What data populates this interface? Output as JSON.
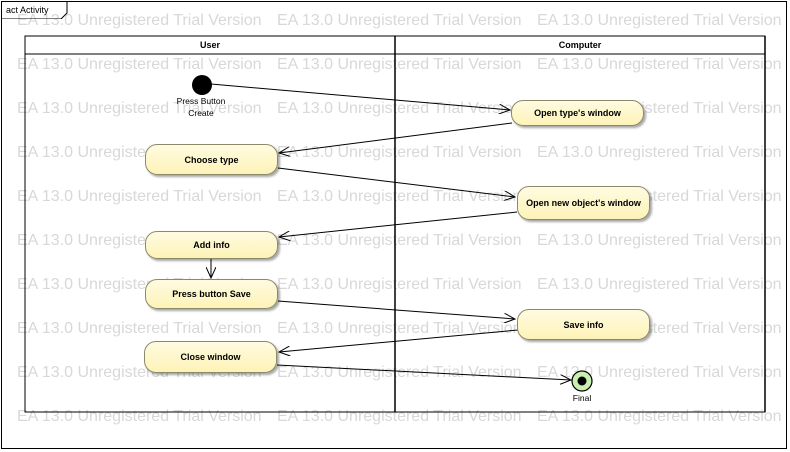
{
  "diagram": {
    "frame_title": "act Activity",
    "watermark_text": "EA 13.0 Unregistered Trial Version",
    "lanes": [
      "User",
      "Computer"
    ],
    "initial_label_lines": [
      "Press Button",
      "Create"
    ],
    "final_label": "Final",
    "actions": {
      "open_types_window": "Open type's window",
      "choose_type": "Choose type",
      "open_new_objects_window": "Open new object's window",
      "add_info": "Add info",
      "press_button_save": "Press button Save",
      "save_info": "Save info",
      "close_window": "Close window"
    },
    "colors": {
      "action_fill_top": "#fffbe0",
      "action_fill_bottom": "#fdf3b8",
      "final_fill": "#c8f0b0",
      "watermark": "#d8d8d8"
    }
  }
}
